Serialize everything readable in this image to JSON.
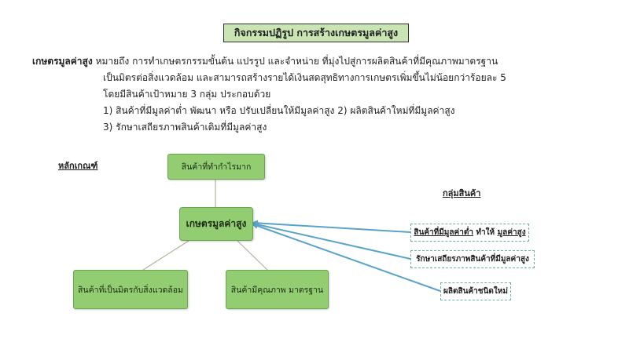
{
  "title": "กิจกรรมปฏิรูป การสร้างเกษตรมูลค่าสูง",
  "intro": {
    "term": "เกษตรมูลค่าสูง",
    "line1": "หมายถึง การทำเกษตรกรรมขั้นต้น แปรรูป และจำหน่าย ที่มุ่งไปสู่การผลิตสินค้าที่มีคุณภาพมาตรฐาน",
    "line2": "เป็นมิตรต่อสิ่งแวดล้อม และสามารถสร้างรายได้เงินสดสุทธิทางการเกษตรเพิ่มขึ้นไม่น้อยกว่าร้อยละ  5",
    "line3": "โดยมีสินค้าเป้าหมาย 3 กลุ่ม ประกอบด้วย",
    "line4": "1) สินค้าที่มีมูลค่าต่ำ พัฒนา หรือ ปรับเปลี่ยนให้มีมูลค่าสูง 2) ผลิตสินค้าใหม่ที่มีมูลค่าสูง",
    "line5": "3) รักษาเสถียรภาพสินค้าเดิมที่มีมูลค่าสูง"
  },
  "criteria_label": "หลักเกณฑ์",
  "groups_label": "กลุ่มสินค้า",
  "nodes": {
    "center": "เกษตรมูลค่าสูง",
    "top": "สินค้าที่ทำกำไรมาก",
    "bottom_left": "สินค้าที่เป็นมิตรกับสิ่งแวดล้อม",
    "bottom_right": "สินค้ามีคุณภาพ มาตรฐาน"
  },
  "groups": {
    "g1_part1": "สินค้าที่มีมูลค่าต่ำ",
    "g1_part2": " ทำให้ ",
    "g1_part3": "มูลค่าสูง",
    "g2": "รักษาเสถียรภาพสินค้าที่มีมูลค่าสูง",
    "g3": "ผลิตสินค้าชนิดใหม่"
  },
  "colors": {
    "node_fill": "#92cd72",
    "title_fill": "#c9e5b4",
    "arrow": "#5aa3c8",
    "connector": "#b8b09a",
    "dashed_border": "#6bb39c"
  }
}
